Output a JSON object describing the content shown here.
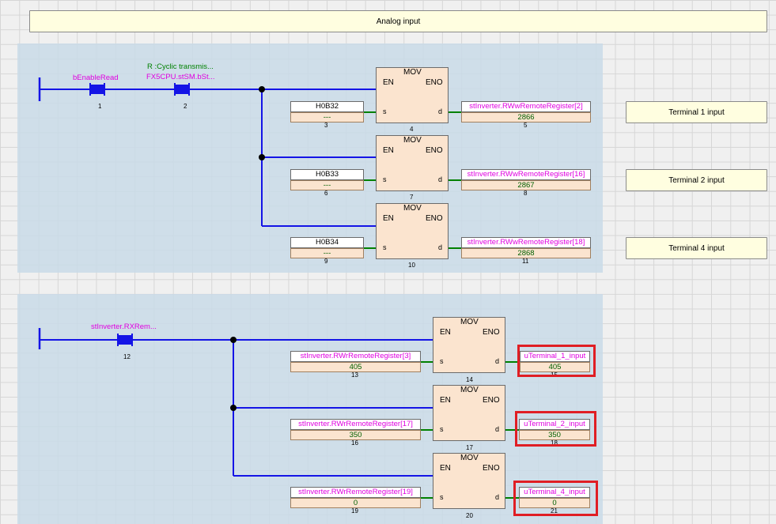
{
  "header": {
    "comment": "Analog input"
  },
  "rung1": {
    "contact1": {
      "label": "bEnableRead",
      "num": "1"
    },
    "contact2": {
      "label_line1": "R :Cyclic transmis...",
      "label_line2": "FX5CPU.stSM.bSt...",
      "num": "2"
    },
    "mov": [
      {
        "title": "MOV",
        "en": "EN",
        "eno": "ENO",
        "s": "s",
        "d": "d",
        "src": "H0B32",
        "src_val": "---",
        "src_num": "3",
        "fb_num": "4",
        "dst": "stInverter.RWwRemoteRegister[2]",
        "dst_val": "2866",
        "dst_num": "5"
      },
      {
        "title": "MOV",
        "en": "EN",
        "eno": "ENO",
        "s": "s",
        "d": "d",
        "src": "H0B33",
        "src_val": "---",
        "src_num": "6",
        "fb_num": "7",
        "dst": "stInverter.RWwRemoteRegister[16]",
        "dst_val": "2867",
        "dst_num": "8"
      },
      {
        "title": "MOV",
        "en": "EN",
        "eno": "ENO",
        "s": "s",
        "d": "d",
        "src": "H0B34",
        "src_val": "---",
        "src_num": "9",
        "fb_num": "10",
        "dst": "stInverter.RWwRemoteRegister[18]",
        "dst_val": "2868",
        "dst_num": "11"
      }
    ],
    "comments": [
      "Terminal 1 input",
      "Terminal 2 input",
      "Terminal 4 input"
    ]
  },
  "rung2": {
    "contact1": {
      "label": "stInverter.RXRem...",
      "num": "12"
    },
    "mov": [
      {
        "title": "MOV",
        "en": "EN",
        "eno": "ENO",
        "s": "s",
        "d": "d",
        "src": "stInverter.RWrRemoteRegister[3]",
        "src_val": "405",
        "src_num": "13",
        "fb_num": "14",
        "dst": "uTerminal_1_input",
        "dst_val": "405",
        "dst_num": "15"
      },
      {
        "title": "MOV",
        "en": "EN",
        "eno": "ENO",
        "s": "s",
        "d": "d",
        "src": "stInverter.RWrRemoteRegister[17]",
        "src_val": "350",
        "src_num": "16",
        "fb_num": "17",
        "dst": "uTerminal_2_input",
        "dst_val": "350",
        "dst_num": "18"
      },
      {
        "title": "MOV",
        "en": "EN",
        "eno": "ENO",
        "s": "s",
        "d": "d",
        "src": "stInverter.RWrRemoteRegister[19]",
        "src_val": "0",
        "src_num": "19",
        "fb_num": "20",
        "dst": "uTerminal_4_input",
        "dst_val": "0",
        "dst_num": "21"
      }
    ]
  },
  "colors": {
    "wire": "#1414e6",
    "output_wire": "#008000",
    "highlight": "#e01e24",
    "variable": "#e000e0"
  }
}
